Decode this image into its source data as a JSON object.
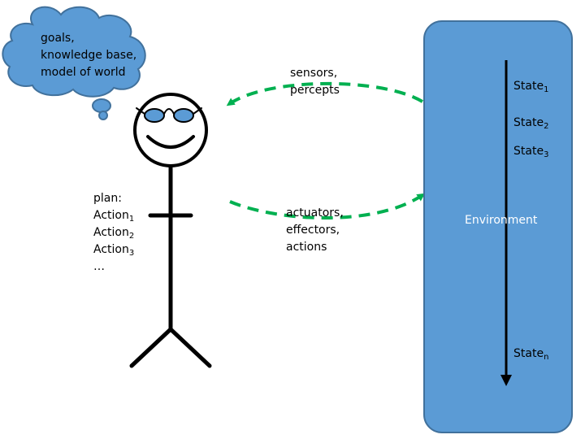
{
  "thought_bubble": {
    "lines": [
      "goals,",
      "knowledge base,",
      "model of world"
    ]
  },
  "sensors": {
    "lines": [
      "sensors,",
      "percepts"
    ]
  },
  "actuators": {
    "lines": [
      "actuators,",
      "effectors,",
      "actions"
    ]
  },
  "plan": {
    "title": "plan:",
    "actions": [
      {
        "base": "Action",
        "sub": "1"
      },
      {
        "base": "Action",
        "sub": "2"
      },
      {
        "base": "Action",
        "sub": "3"
      }
    ],
    "ellipsis": "…"
  },
  "environment": {
    "label": "Environment",
    "states": [
      {
        "base": "State",
        "sub": "1"
      },
      {
        "base": "State",
        "sub": "2"
      },
      {
        "base": "State",
        "sub": "3"
      },
      {
        "base": "State",
        "sub": "n"
      }
    ]
  },
  "colors": {
    "cloud_fill": "#5b9bd5",
    "cloud_stroke": "#41719c",
    "environment_fill": "#5b9bd5",
    "arrow_green": "#00b050",
    "eye_fill": "#5b9bd5"
  }
}
